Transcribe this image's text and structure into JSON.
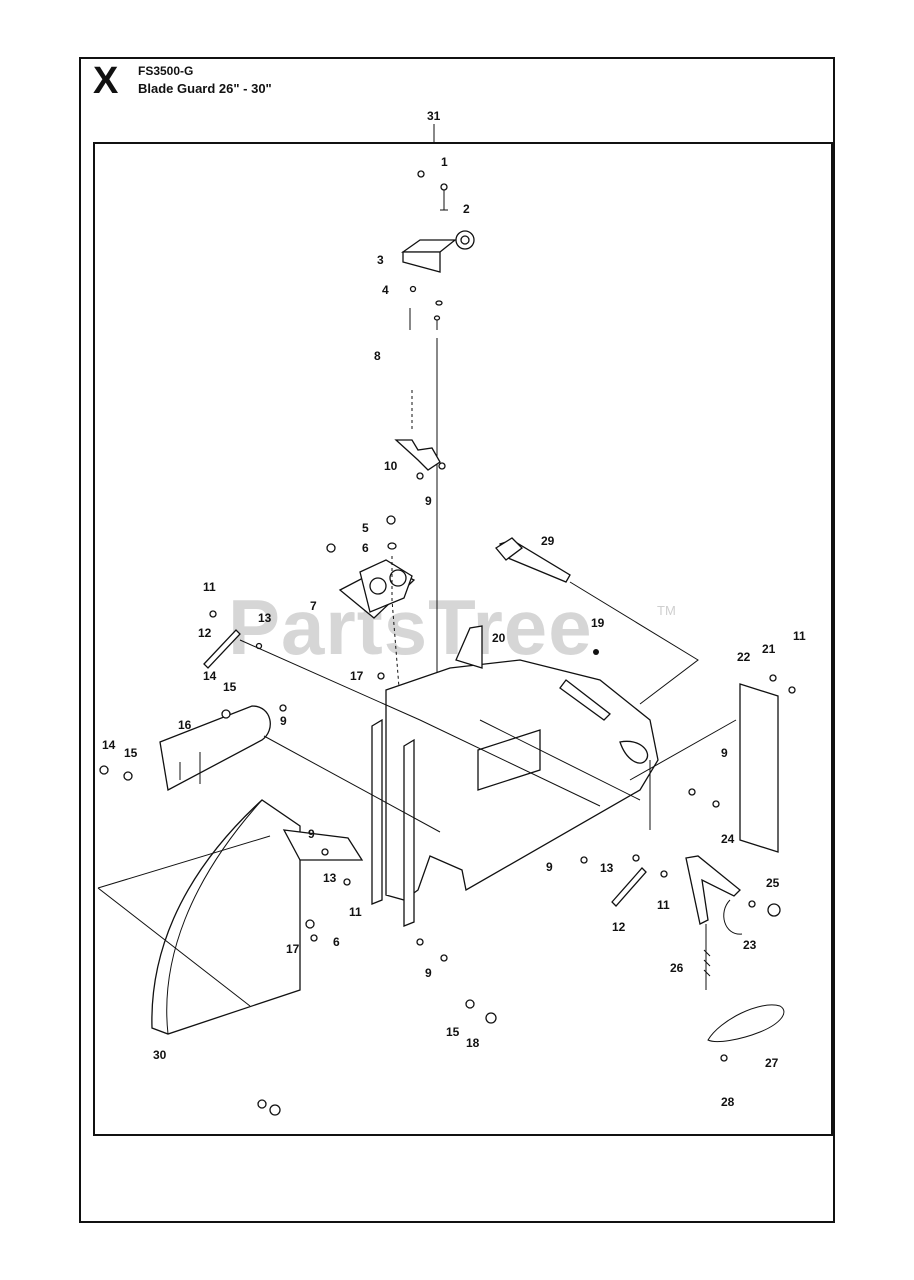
{
  "header": {
    "section_letter": "X",
    "model": "FS3500-G",
    "title": "Blade Guard 26\" - 30\""
  },
  "watermark": {
    "text": "PartsTree",
    "tm": "TM"
  },
  "callouts": [
    {
      "id": "c31a",
      "label": "31"
    },
    {
      "id": "c1",
      "label": "1"
    },
    {
      "id": "c2",
      "label": "2"
    },
    {
      "id": "c3",
      "label": "3"
    },
    {
      "id": "c4",
      "label": "4"
    },
    {
      "id": "c8",
      "label": "8"
    },
    {
      "id": "c10",
      "label": "10"
    },
    {
      "id": "c9a",
      "label": "9"
    },
    {
      "id": "c5",
      "label": "5"
    },
    {
      "id": "c6a",
      "label": "6"
    },
    {
      "id": "c29",
      "label": "29"
    },
    {
      "id": "c11a",
      "label": "11"
    },
    {
      "id": "c7",
      "label": "7"
    },
    {
      "id": "c13a",
      "label": "13"
    },
    {
      "id": "c12a",
      "label": "12"
    },
    {
      "id": "c20",
      "label": "20"
    },
    {
      "id": "c19",
      "label": "19"
    },
    {
      "id": "c22",
      "label": "22"
    },
    {
      "id": "c21",
      "label": "21"
    },
    {
      "id": "c11b",
      "label": "11"
    },
    {
      "id": "c14a",
      "label": "14"
    },
    {
      "id": "c15a",
      "label": "15"
    },
    {
      "id": "c17a",
      "label": "17"
    },
    {
      "id": "c9b",
      "label": "9"
    },
    {
      "id": "c16",
      "label": "16"
    },
    {
      "id": "c14b",
      "label": "14"
    },
    {
      "id": "c15b",
      "label": "15"
    },
    {
      "id": "c9c",
      "label": "9"
    },
    {
      "id": "c24",
      "label": "24"
    },
    {
      "id": "c9d",
      "label": "9"
    },
    {
      "id": "c9e",
      "label": "9"
    },
    {
      "id": "c13b",
      "label": "13"
    },
    {
      "id": "c13c",
      "label": "13"
    },
    {
      "id": "c11c",
      "label": "11"
    },
    {
      "id": "c11d",
      "label": "11"
    },
    {
      "id": "c25",
      "label": "25"
    },
    {
      "id": "c12b",
      "label": "12"
    },
    {
      "id": "c23",
      "label": "23"
    },
    {
      "id": "c17b",
      "label": "17"
    },
    {
      "id": "c6b",
      "label": "6"
    },
    {
      "id": "c9f",
      "label": "9"
    },
    {
      "id": "c26",
      "label": "26"
    },
    {
      "id": "c15c",
      "label": "15"
    },
    {
      "id": "c18",
      "label": "18"
    },
    {
      "id": "c30",
      "label": "30"
    },
    {
      "id": "c27",
      "label": "27"
    },
    {
      "id": "c28",
      "label": "28"
    }
  ]
}
